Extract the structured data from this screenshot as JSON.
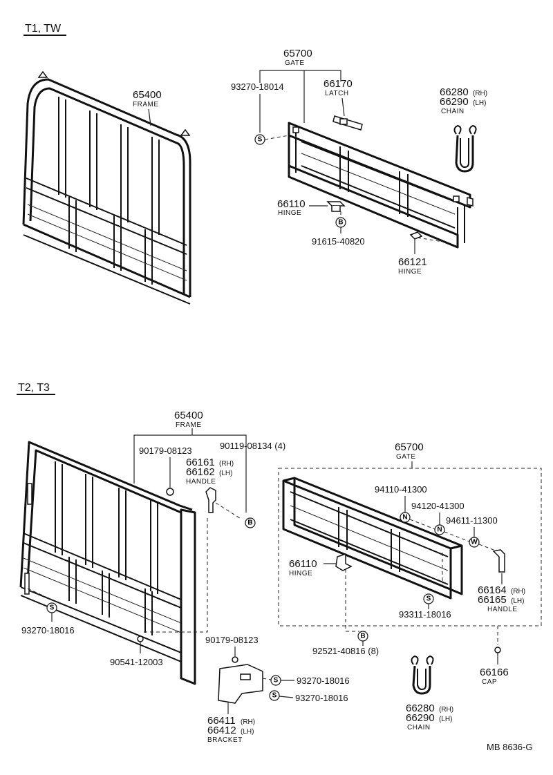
{
  "sections": [
    {
      "id": "t1tw",
      "title": "T1, TW",
      "labels": {
        "frame": {
          "number": "65400",
          "caption": "FRAME"
        },
        "gate": {
          "number": "65700",
          "caption": "GATE"
        },
        "bolt": {
          "number": "93270-18014"
        },
        "latch": {
          "number": "66170",
          "caption": "LATCH"
        },
        "chain": {
          "number_rh": "66280",
          "suffix_rh": "(RH)",
          "number_lh": "66290",
          "suffix_lh": "(LH)",
          "caption": "CHAIN"
        },
        "hinge1": {
          "number": "66110",
          "caption": "HINGE"
        },
        "screw": {
          "number": "91615-40820"
        },
        "hinge2": {
          "number": "66121",
          "caption": "HINGE"
        }
      },
      "badges": {
        "s": "S",
        "b": "B"
      }
    },
    {
      "id": "t2t3",
      "title": "T2, T3",
      "labels": {
        "frame": {
          "number": "65400",
          "caption": "FRAME"
        },
        "nut_a": {
          "number": "90179-08123"
        },
        "bolt_a": {
          "number": "90119-08134 (4)"
        },
        "handle": {
          "number_rh": "66161",
          "suffix_rh": "(RH)",
          "number_lh": "66162",
          "suffix_lh": "(LH)",
          "caption": "HANDLE"
        },
        "bolt_frame": {
          "number": "93270-18016"
        },
        "nut_b": {
          "number": "90179-08123"
        },
        "pin": {
          "number": "90541-12003"
        },
        "bolt_bracket1": {
          "number": "93270-18016"
        },
        "bolt_bracket2": {
          "number": "93270-18016"
        },
        "bracket": {
          "number_rh": "66411",
          "suffix_rh": "(RH)",
          "number_lh": "66412",
          "suffix_lh": "(LH)",
          "caption": "BRACKET"
        },
        "gate": {
          "number": "65700",
          "caption": "GATE"
        },
        "nut_n1": {
          "number": "94110-41300"
        },
        "nut_n2": {
          "number": "94120-41300"
        },
        "washer": {
          "number": "94611-11300"
        },
        "hinge": {
          "number": "66110",
          "caption": "HINGE"
        },
        "gate_bolt": {
          "number": "93311-18016"
        },
        "handle_gate": {
          "number_rh": "66164",
          "suffix_rh": "(RH)",
          "number_lh": "66165",
          "suffix_lh": "(LH)",
          "caption": "HANDLE"
        },
        "gate_screw": {
          "number": "92521-40816 (8)"
        },
        "cap": {
          "number": "66166",
          "caption": "CAP"
        },
        "chain": {
          "number_rh": "66280",
          "suffix_rh": "(RH)",
          "number_lh": "66290",
          "suffix_lh": "(LH)",
          "caption": "CHAIN"
        }
      },
      "badges": {
        "s": "S",
        "b": "B",
        "n": "N",
        "w": "W"
      }
    }
  ],
  "footer": {
    "code": "MB 8636-G"
  }
}
